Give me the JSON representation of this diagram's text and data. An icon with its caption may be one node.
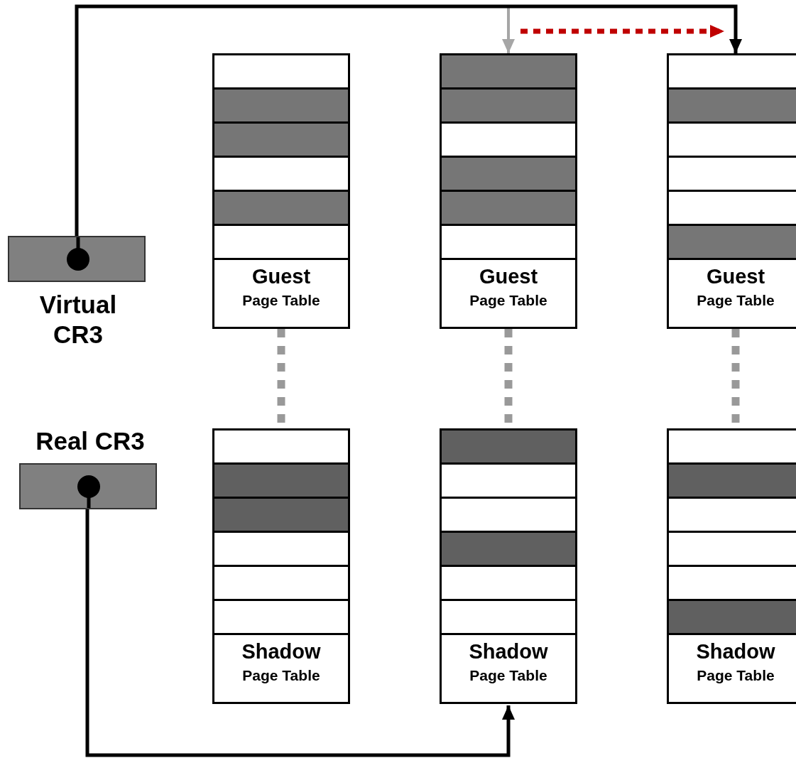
{
  "diagram": {
    "nodes": [
      {
        "text": [
          "Virtual CR3"
        ]
      },
      {
        "text": [
          "Guest",
          "Page Table"
        ]
      },
      {
        "text": [
          "Guest",
          "Page Table"
        ]
      },
      {
        "text": [
          "Guest",
          "Page Table"
        ]
      },
      {
        "text": [
          "Real CR3"
        ]
      },
      {
        "text": [
          "Shadow",
          "Page Table"
        ]
      },
      {
        "text": [
          "Shadow",
          "Page Table"
        ]
      },
      {
        "text": [
          "Shadow",
          "Page Table"
        ]
      }
    ],
    "edges": [
      {
        "from": 0,
        "to": 2,
        "arrow": "to",
        "color": "#a6a6a6"
      },
      {
        "from": 0,
        "to": 3,
        "arrow": "to",
        "color": "#000000"
      },
      {
        "from": 2,
        "to": 3,
        "arrow": "to",
        "style": "dashed",
        "color": "#c00000"
      },
      {
        "from": 4,
        "to": 6,
        "arrow": "to",
        "color": "#000000"
      },
      {
        "from": 1,
        "to": 5,
        "arrow": "none",
        "style": "dashed",
        "color": "#999999"
      },
      {
        "from": 2,
        "to": 6,
        "arrow": "none",
        "style": "dashed",
        "color": "#999999"
      },
      {
        "from": 3,
        "to": 7,
        "arrow": "none",
        "style": "dashed",
        "color": "#999999"
      }
    ]
  }
}
